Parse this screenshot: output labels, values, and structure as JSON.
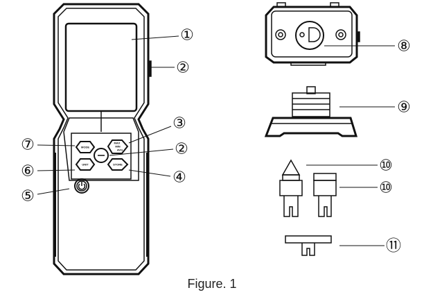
{
  "figure": {
    "caption": "Figure. 1"
  },
  "callouts": {
    "c1": "①",
    "c2": "②",
    "c3": "③",
    "c4": "④",
    "c5": "⑤",
    "c6": "⑥",
    "c7": "⑦",
    "c2b": "②",
    "c8": "⑧",
    "c9": "⑨",
    "c10a": "⑩",
    "c10b": "⑩",
    "c11": "⑪"
  },
  "buttons": {
    "mode": "MODE",
    "maxminavg_1": "MAX",
    "maxminavg_2": "MIN",
    "maxminavg_3": "AVG",
    "unit": "UNIT",
    "store": "STORE"
  },
  "colors": {
    "line": "#111111",
    "background": "#ffffff"
  }
}
